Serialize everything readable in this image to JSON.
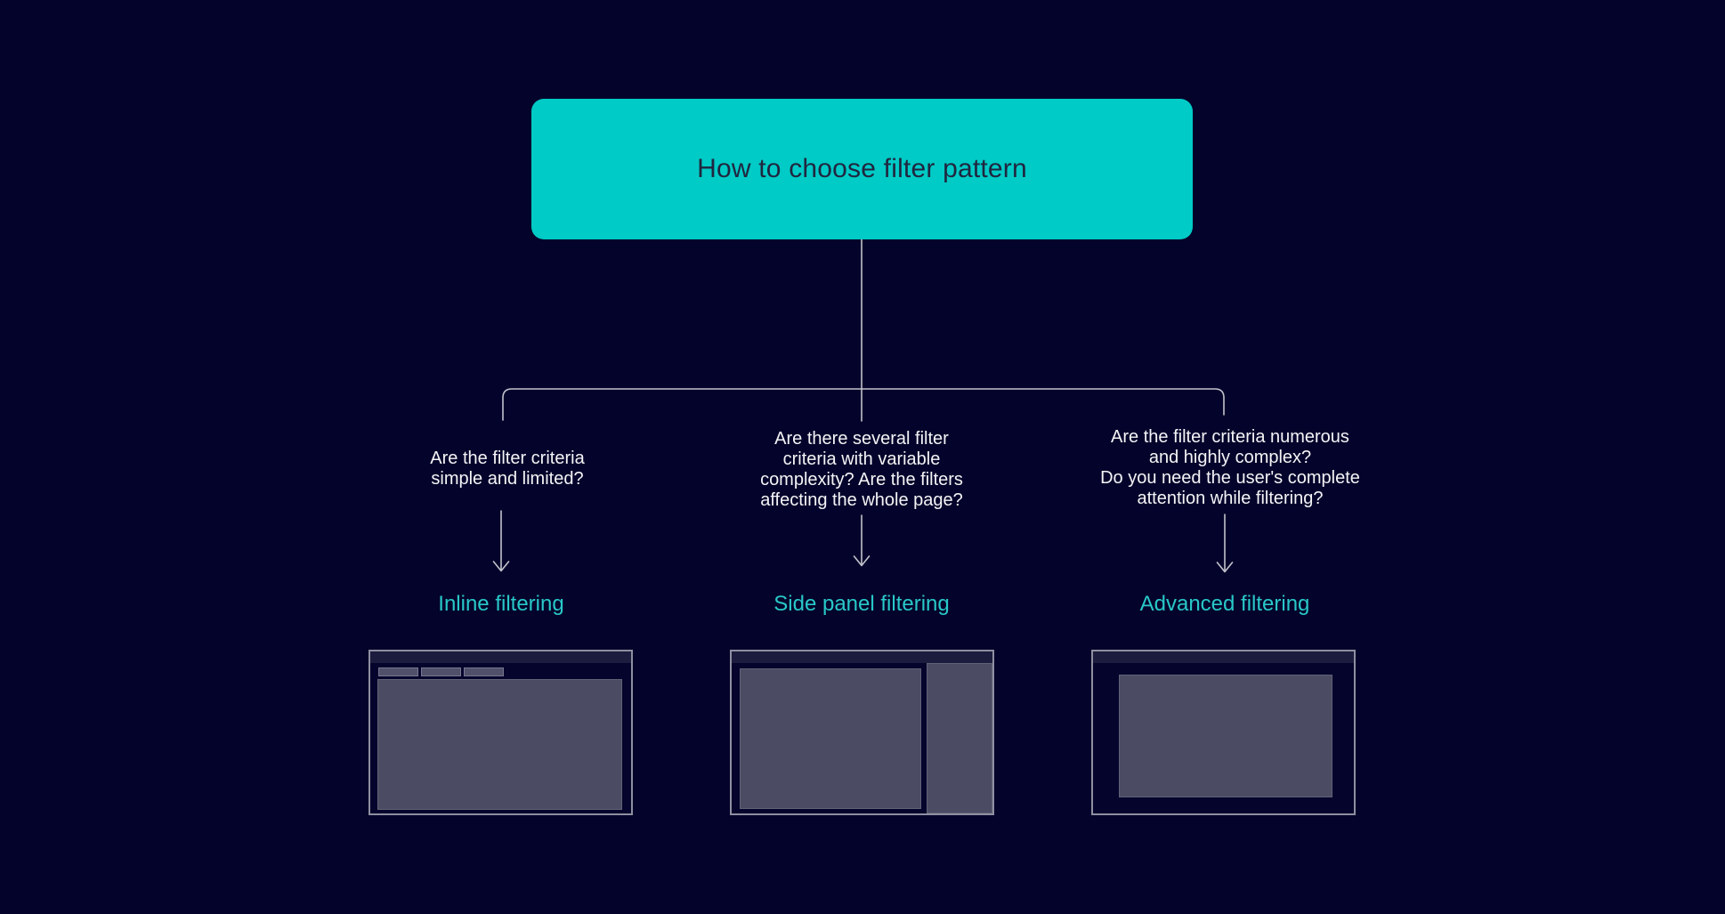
{
  "page": {
    "background_color": "#04032B",
    "accent_teal": "#00CBC6",
    "connector_color": "#C3C3CC",
    "outcome_text_color": "#29C8C8",
    "wireframe_gray": "#4B4B64"
  },
  "root_node": {
    "label": "How to choose filter pattern",
    "fill": "#00CBC6",
    "text_color": "#20263F"
  },
  "branches": [
    {
      "id": "inline-filtering",
      "question_lines": [
        "Are the filter criteria",
        "simple and limited?"
      ],
      "outcome_label": "Inline filtering",
      "thumbnail": "browser-window-with-inline-filter-chips-above-content"
    },
    {
      "id": "side-panel-filtering",
      "question_lines": [
        "Are there several filter",
        "criteria with variable",
        "complexity? Are the filters",
        "affecting the whole page?"
      ],
      "outcome_label": "Side panel filtering",
      "thumbnail": "browser-window-with-right-side-filter-panel"
    },
    {
      "id": "advanced-filtering",
      "question_lines": [
        "Are the filter criteria numerous",
        "and highly complex?",
        "Do you need the user's complete",
        "attention while filtering?"
      ],
      "outcome_label": "Advanced filtering",
      "thumbnail": "browser-window-with-centered-filter-modal"
    }
  ],
  "icons": {
    "down_arrow": "down-arrow-icon"
  }
}
